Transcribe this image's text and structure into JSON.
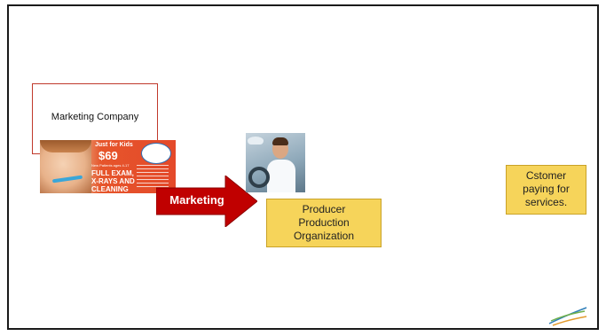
{
  "diagram": {
    "marketing_company": {
      "label": "Marketing Company",
      "border_color": "#c0392b"
    },
    "advertisement": {
      "headline": "Just for Kids",
      "price": "$69",
      "fine_print": "New Patients ages 4-17",
      "offer_lines": [
        "FULL EXAM,",
        "X-RAYS AND",
        "CLEANING"
      ],
      "colors": {
        "background": "#e4492a",
        "text": "#ffffff"
      }
    },
    "arrow": {
      "label": "Marketing",
      "color": "#c00000"
    },
    "producer_photo": {
      "icon": "dentist-photo"
    },
    "producer_note": {
      "lines": [
        "Producer",
        "Production",
        "Organization"
      ]
    },
    "customer_note": {
      "lines": [
        "Cstomer",
        "paying for",
        "services."
      ]
    },
    "note_color": "#f6d45a",
    "footer_logo": {
      "icon": "wave-logo-icon"
    }
  }
}
